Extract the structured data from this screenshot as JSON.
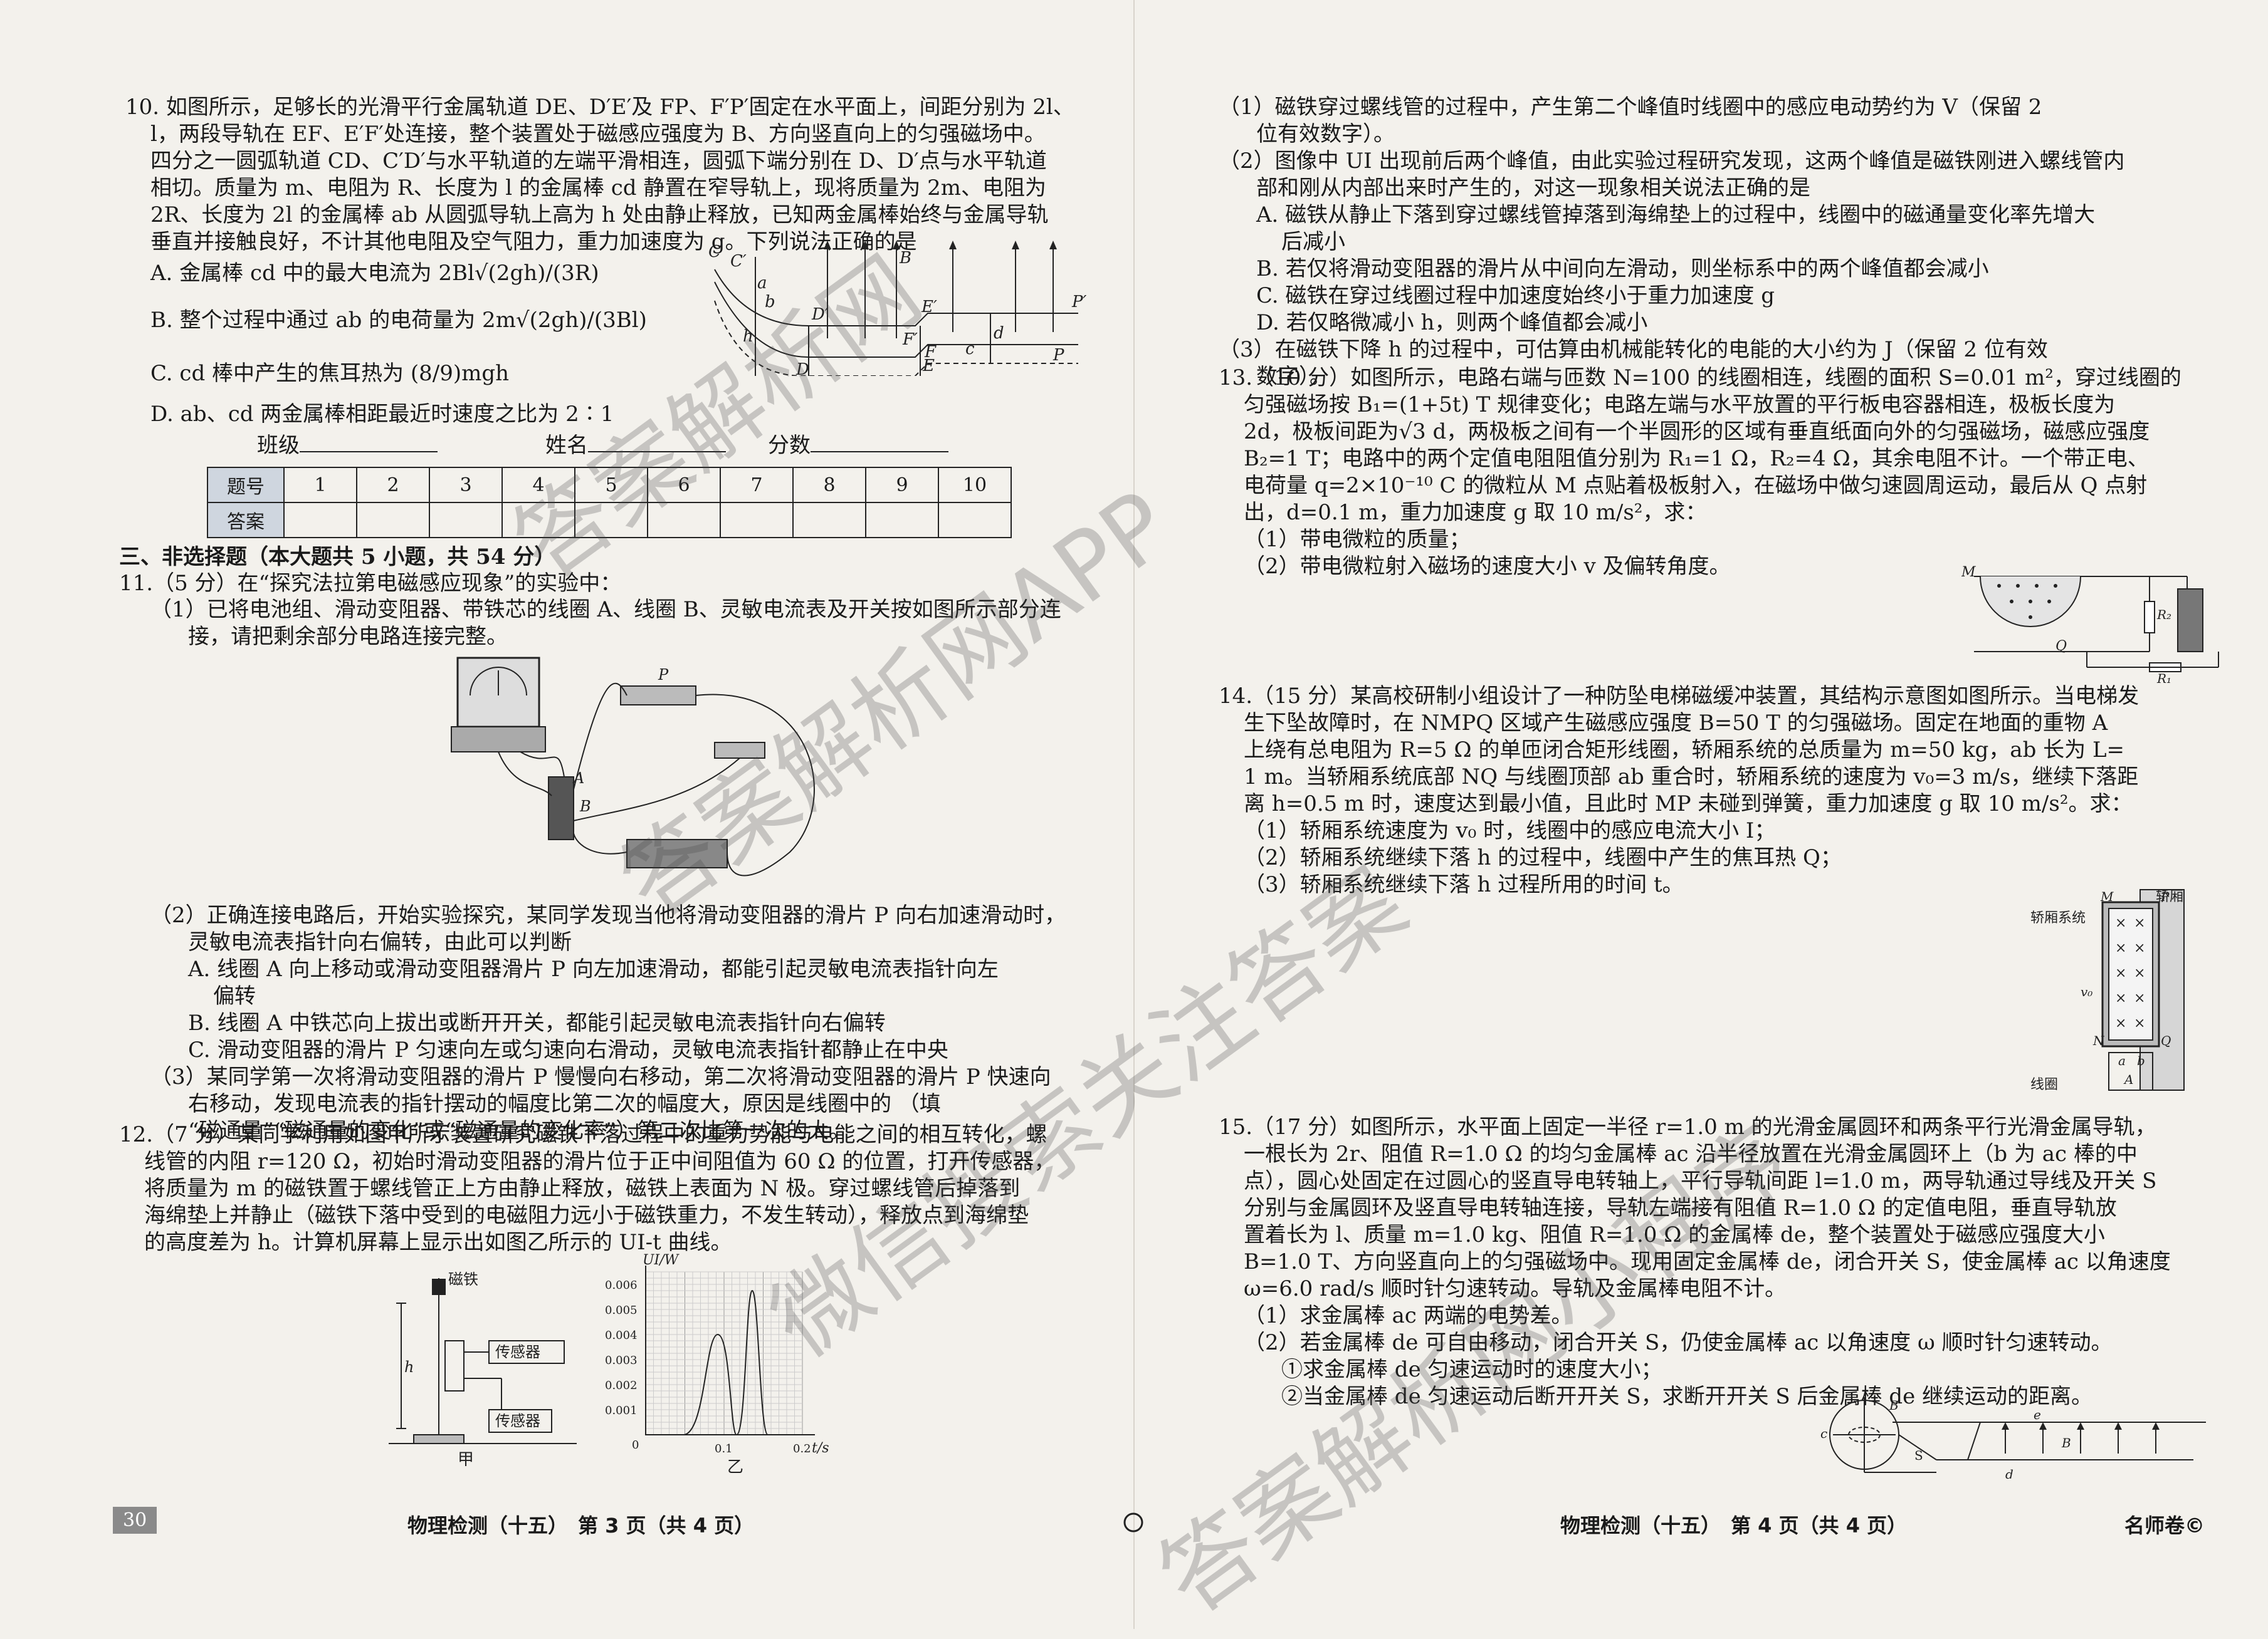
{
  "left": {
    "q10": {
      "stem": [
        "10. 如图所示，足够长的光滑平行金属轨道 DE、D′E′及 FP、F′P′固定在水平面上，间距分别为 2l、",
        "l，两段导轨在 EF、E′F′处连接，整个装置处于磁感应强度为 B、方向竖直向上的匀强磁场中。",
        "四分之一圆弧轨道 CD、C′D′与水平轨道的左端平滑相连，圆弧下端分别在 D、D′点与水平轨道",
        "相切。质量为 m、电阻为 R、长度为 l 的金属棒 cd 静置在窄导轨上，现将质量为 2m、电阻为",
        "2R、长度为 2l 的金属棒 ab 从圆弧导轨上高为 h 处由静止释放，已知两金属棒始终与金属导轨",
        "垂直并接触良好，不计其他电阻及空气阻力，重力加速度为 g。下列说法正确的是"
      ],
      "opt_a": "A. 金属棒 cd 中的最大电流为 2Bl√(2gh)/(3R)",
      "opt_b": "B. 整个过程中通过 ab 的电荷量为 2m√(2gh)/(3Bl)",
      "opt_c": "C. cd 棒中产生的焦耳热为 (8/9)mgh",
      "opt_d": "D. ab、cd 两金属棒相距最近时速度之比为 2∶1"
    },
    "info": {
      "class": "班级",
      "name": "姓名",
      "score": "分数"
    },
    "answer_table": {
      "header": "题号",
      "row_label": "答案",
      "numbers": [
        "1",
        "2",
        "3",
        "4",
        "5",
        "6",
        "7",
        "8",
        "9",
        "10"
      ]
    },
    "section3": "三、非选择题（本大题共 5 小题，共 54 分）",
    "q11": {
      "stem": "11.（5 分）在“探究法拉第电磁感应现象”的实验中：",
      "p1": [
        "（1）已将电池组、滑动变阻器、带铁芯的线圈 A、线圈 B、灵敏电流表及开关按如图所示部分连",
        "接，请把剩余部分电路连接完整。"
      ],
      "p2": [
        "（2）正确连接电路后，开始实验探究，某同学发现当他将滑动变阻器的滑片 P 向右加速滑动时，",
        "灵敏电流表指针向右偏转，由此可以判断"
      ],
      "p2_a": [
        "A. 线圈 A 向上移动或滑动变阻器滑片 P 向左加速滑动，都能引起灵敏电流表指针向左",
        "偏转"
      ],
      "p2_b": "B. 线圈 A 中铁芯向上拔出或断开开关，都能引起灵敏电流表指针向右偏转",
      "p2_c": "C. 滑动变阻器的滑片 P 匀速向左或匀速向右滑动，灵敏电流表指针都静止在中央",
      "p3": [
        "（3）某同学第一次将滑动变阻器的滑片 P 慢慢向右移动，第二次将滑动变阻器的滑片 P 快速向",
        "右移动，发现电流表的指针摆动的幅度比第二次的幅度大，原因是线圈中的            （填",
        "“磁通量”“磁通量的变化”或“磁通量的变化率”）第二次比第一次的大。"
      ]
    },
    "q12": {
      "stem": [
        "12.（7 分）某同学利用如图甲所示装置研究磁铁下落过程中的重力势能与电能之间的相互转化，螺",
        "线管的内阻 r=120 Ω，初始时滑动变阻器的滑片位于正中间阻值为 60 Ω 的位置，打开传感器，",
        "将质量为 m 的磁铁置于螺线管正上方由静止释放，磁铁上表面为 N 极。穿过螺线管后掉落到",
        "海绵垫上并静止（磁铁下落中受到的电磁阻力远小于磁铁重力，不发生转动），释放点到海绵垫",
        "的高度差为 h。计算机屏幕上显示出如图乙所示的 UI-t 曲线。"
      ],
      "fig_jia": "甲",
      "fig_yi": "乙",
      "magnet": "磁铁",
      "sensor": "传感器",
      "y_unit": "UI/W",
      "x_unit": "t/s"
    },
    "fig10_labels": [
      "C",
      "C′",
      "a",
      "b",
      "h",
      "D′",
      "D",
      "B",
      "E′",
      "E",
      "F′",
      "F",
      "c",
      "d",
      "P′",
      "P"
    ],
    "fig11_labels": [
      "A",
      "B",
      "P"
    ],
    "footer": {
      "page_num": "30",
      "text": "物理检测（十五）　第 3 页（共 4 页）"
    }
  },
  "right": {
    "q12_cont": {
      "p1": "（1）磁铁穿过螺线管的过程中，产生第二个峰值时线圈中的感应电动势约为            V（保留 2",
      "p1b": "位有效数字）。",
      "p2": [
        "（2）图像中 UI 出现前后两个峰值，由此实验过程研究发现，这两个峰值是磁铁刚进入螺线管内",
        "部和刚从内部出来时产生的，对这一现象相关说法正确的是"
      ],
      "p2_a": [
        "A. 磁铁从静止下落到穿过螺线管掉落到海绵垫上的过程中，线圈中的磁通量变化率先增大",
        "后减小"
      ],
      "p2_b": "B. 若仅将滑动变阻器的滑片从中间向左滑动，则坐标系中的两个峰值都会减小",
      "p2_c": "C. 磁铁在穿过线圈过程中加速度始终小于重力加速度 g",
      "p2_d": "D. 若仅略微减小 h，则两个峰值都会减小",
      "p3": [
        "（3）在磁铁下降 h 的过程中，可估算由机械能转化的电能的大小约为            J（保留 2 位有效",
        "数字）。"
      ]
    },
    "q13": {
      "stem": [
        "13.（10 分）如图所示，电路右端与匝数 N=100 的线圈相连，线圈的面积 S=0.01 m²，穿过线圈的",
        "匀强磁场按 B₁=(1+5t) T 规律变化；电路左端与水平放置的平行板电容器相连，极板长度为",
        "2d，极板间距为√3 d，两极板之间有一个半圆形的区域有垂直纸面向外的匀强磁场，磁感应强度",
        "B₂=1 T；电路中的两个定值电阻阻值分别为 R₁=1 Ω，R₂=4 Ω，其余电阻不计。一个带正电、",
        "电荷量 q=2×10⁻¹⁰ C 的微粒从 M 点贴着极板射入，在磁场中做匀速圆周运动，最后从 Q 点射",
        "出，d=0.1 m，重力加速度 g 取 10 m/s²，求："
      ],
      "p1": "（1）带电微粒的质量；",
      "p2": "（2）带电微粒射入磁场的速度大小 v 及偏转角度。"
    },
    "q14": {
      "stem": [
        "14.（15 分）某高校研制小组设计了一种防坠电梯磁缓冲装置，其结构示意图如图所示。当电梯发",
        "生下坠故障时，在 NMPQ 区域产生磁感应强度 B=50 T 的匀强磁场。固定在地面的重物 A",
        "上绕有总电阻为 R=5 Ω 的单匝闭合矩形线圈，轿厢系统的总质量为 m=50 kg，ab 长为 L=",
        "1 m。当轿厢系统底部 NQ 与线圈顶部 ab 重合时，轿厢系统的速度为 v₀=3 m/s，继续下落距",
        "离 h=0.5 m 时，速度达到最小值，且此时 MP 未碰到弹簧，重力加速度 g 取 10 m/s²。求："
      ],
      "p1": "（1）轿厢系统速度为 v₀ 时，线圈中的感应电流大小 I；",
      "p2": "（2）轿厢系统继续下落 h 的过程中，线圈中产生的焦耳热 Q；",
      "p3": "（3）轿厢系统继续下落 h 过程所用的时间 t。",
      "fig_labels": {
        "car": "轿厢",
        "system": "轿厢系统",
        "coil": "线圈"
      }
    },
    "q15": {
      "stem": [
        "15.（17 分）如图所示，水平面上固定一半径 r=1.0 m 的光滑金属圆环和两条平行光滑金属导轨，",
        "一根长为 2r、阻值 R=1.0 Ω 的均匀金属棒 ac 沿半径放置在光滑金属圆环上（b 为 ac 棒的中",
        "点），圆心处固定在过圆心的竖直导电转轴上，平行导轨间距 l=1.0 m，两导轨通过导线及开关 S",
        "分别与金属圆环及竖直导电转轴连接，导轨左端接有阻值 R=1.0 Ω 的定值电阻，垂直导轨放",
        "置着长为 l、质量 m=1.0 kg、阻值 R=1.0 Ω 的金属棒 de，整个装置处于磁感应强度大小",
        "B=1.0 T、方向竖直向上的匀强磁场中。现用固定金属棒 de，闭合开关 S，使金属棒 ac 以角速度",
        "ω=6.0 rad/s 顺时针匀速转动。导轨及金属棒电阻不计。"
      ],
      "p1": "（1）求金属棒 ac 两端的电势差。",
      "p2": "（2）若金属棒 de 可自由移动，闭合开关 S，仍使金属棒 ac 以角速度 ω 顺时针匀速转动。",
      "p2_1": "①求金属棒 de 匀速运动时的速度大小；",
      "p2_2": "②当金属棒 de 匀速运动后断开开关 S，求断开开关 S 后金属棒 de 继续运动的距离。"
    },
    "footer": {
      "text": "物理检测（十五）　第 4 页（共 4 页）",
      "brand": "名师卷©"
    }
  },
  "watermarks": [
    "答案解析网",
    "答案解析网APP",
    "微信搜索关注答案",
    "答案解析网小程序"
  ]
}
